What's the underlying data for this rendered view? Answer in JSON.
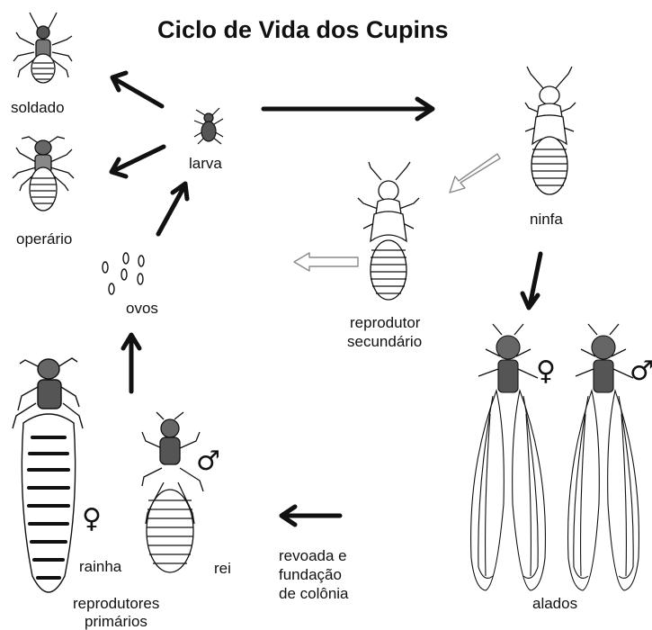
{
  "title": "Ciclo de Vida dos Cupins",
  "labels": {
    "soldado": "soldado",
    "operario": "operário",
    "larva": "larva",
    "ovos": "ovos",
    "ninfa": "ninfa",
    "reprodutor_secundario": [
      "reprodutor",
      "secundário"
    ],
    "alados": "alados",
    "revoada": [
      "revoada e",
      "fundação",
      "de colônia"
    ],
    "rainha": "rainha",
    "rei": "rei",
    "reprodutores_primarios": [
      "reprodutores",
      "primários"
    ]
  },
  "symbols": {
    "female": "♀",
    "male": "♂"
  },
  "colors": {
    "ink": "#111111",
    "faded_arrow": "#9a9a9a",
    "background": "#ffffff"
  }
}
